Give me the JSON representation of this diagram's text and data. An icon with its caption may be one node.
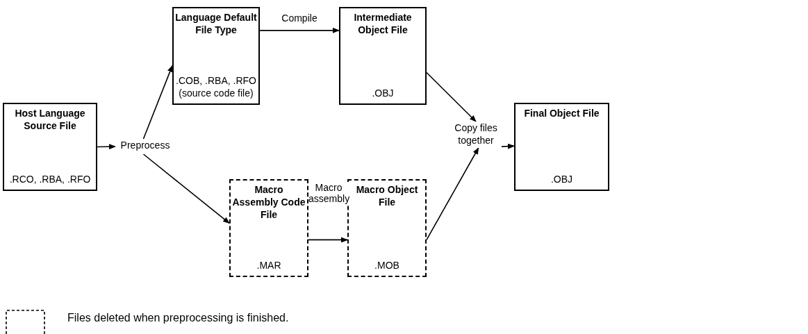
{
  "diagram": {
    "nodes": [
      {
        "text": [
          "Host Language Source File",
          ".RCO, .RBA, .RFO"
        ]
      },
      {
        "text": [
          "Preprocess"
        ]
      },
      {
        "text": [
          "Language Default File Type",
          ".COB, .RBA, .RFO (source code file)"
        ]
      },
      {
        "text": [
          "Intermediate Object File",
          ".OBJ"
        ]
      },
      {
        "text": [
          "Macro Assembly Code File",
          ".MAR"
        ]
      },
      {
        "text": [
          "Macro Object File",
          ".MOB"
        ]
      },
      {
        "text": [
          "Copy files together"
        ]
      },
      {
        "text": [
          "Final Object File",
          ".OBJ"
        ]
      }
    ],
    "edges": [
      {
        "from": 0,
        "to": 1,
        "arrow": "to"
      },
      {
        "from": 1,
        "to": 2,
        "arrow": "to"
      },
      {
        "from": 1,
        "to": 4,
        "arrow": "to"
      },
      {
        "from": 2,
        "to": 3,
        "label": "Compile",
        "arrow": "to"
      },
      {
        "from": 4,
        "to": 5,
        "label": "Macro assembly",
        "arrow": "to"
      },
      {
        "from": 3,
        "to": 6,
        "arrow": "to"
      },
      {
        "from": 5,
        "to": 6,
        "arrow": "to"
      },
      {
        "from": 6,
        "to": 7,
        "arrow": "to"
      }
    ],
    "legend": [
      {
        "text": "Files deleted when preprocessing is finished."
      }
    ]
  }
}
